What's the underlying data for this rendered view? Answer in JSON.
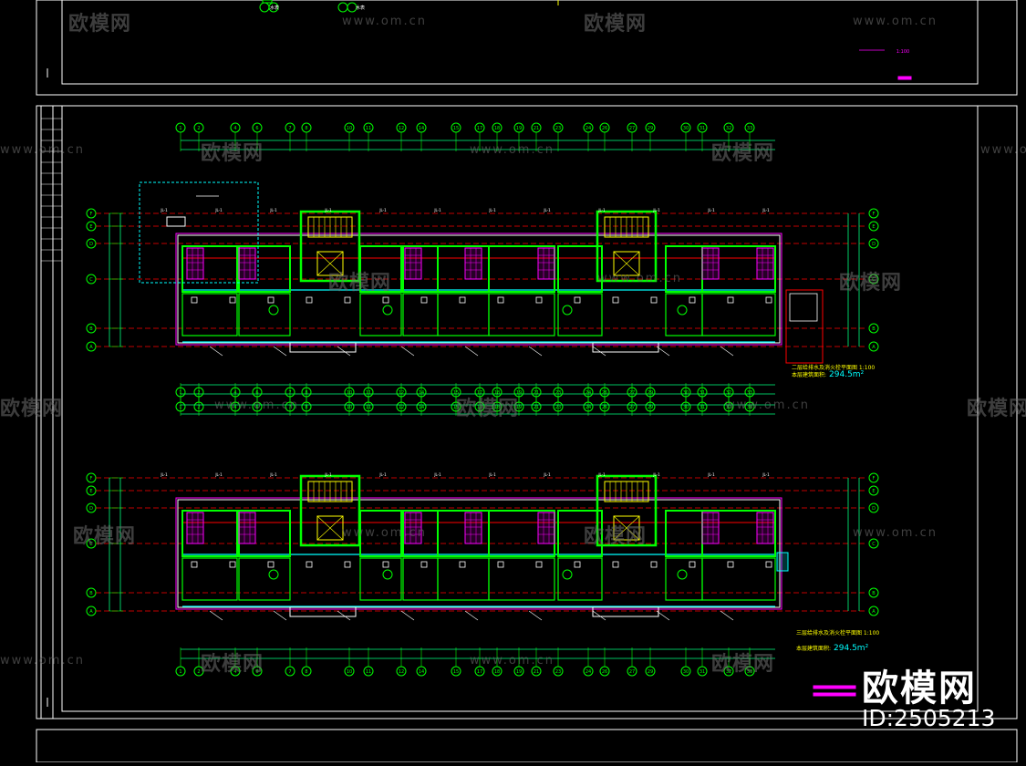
{
  "drawing": {
    "axis_labels": [
      "1",
      "2",
      "4",
      "6",
      "7",
      "8",
      "10",
      "11",
      "12",
      "14",
      "15",
      "17",
      "18",
      "19",
      "21",
      "23",
      "24",
      "26",
      "27",
      "29",
      "30",
      "31",
      "32",
      "33"
    ],
    "row_labels": [
      "F",
      "E",
      "D",
      "C",
      "B",
      "A"
    ],
    "plan_titles": [
      "二层给排水及消火栓平面图 1:100",
      "三层给排水及消火栓平面图 1:100"
    ],
    "area_prefix": "本层建筑面积:",
    "area_value": "294.5m²",
    "top_legend": [
      "水表",
      "水表"
    ],
    "colors": {
      "background": "#000000",
      "frame": "#ffffff",
      "axis": "#00ff00",
      "walls": "#00ff00",
      "pipes_red": "#ff0000",
      "pipes_cyan": "#00ffff",
      "magenta": "#ff00ff",
      "yellow": "#ffff00",
      "dim": "#00ff7f"
    }
  },
  "watermark": {
    "brand_text": "欧模网",
    "url_text": "www.om.cn",
    "id_text": "ID:2505213"
  }
}
